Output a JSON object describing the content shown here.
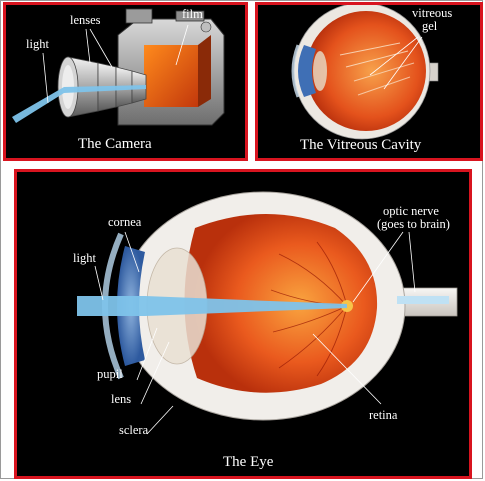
{
  "colors": {
    "panel_border": "#d8141f",
    "panel_bg": "#000000",
    "label": "#ffffff",
    "light_beam": "#7ec3ea",
    "retina": "#e8521c",
    "sclera": "#f1eeea",
    "iris": "#3f6fb5"
  },
  "panels": {
    "camera": {
      "title": "The Camera",
      "labels": {
        "light": "light",
        "lenses": "lenses",
        "film": "film"
      }
    },
    "vitreous": {
      "title": "The Vitreous Cavity",
      "labels": {
        "vitreous_gel_1": "vitreous",
        "vitreous_gel_2": "gel"
      }
    },
    "eye": {
      "title": "The Eye",
      "labels": {
        "cornea": "cornea",
        "light": "light",
        "optic_nerve_1": "optic nerve",
        "optic_nerve_2": "(goes to brain)",
        "pupil": "pupil",
        "lens": "lens",
        "sclera": "sclera",
        "retina": "retina"
      }
    }
  }
}
